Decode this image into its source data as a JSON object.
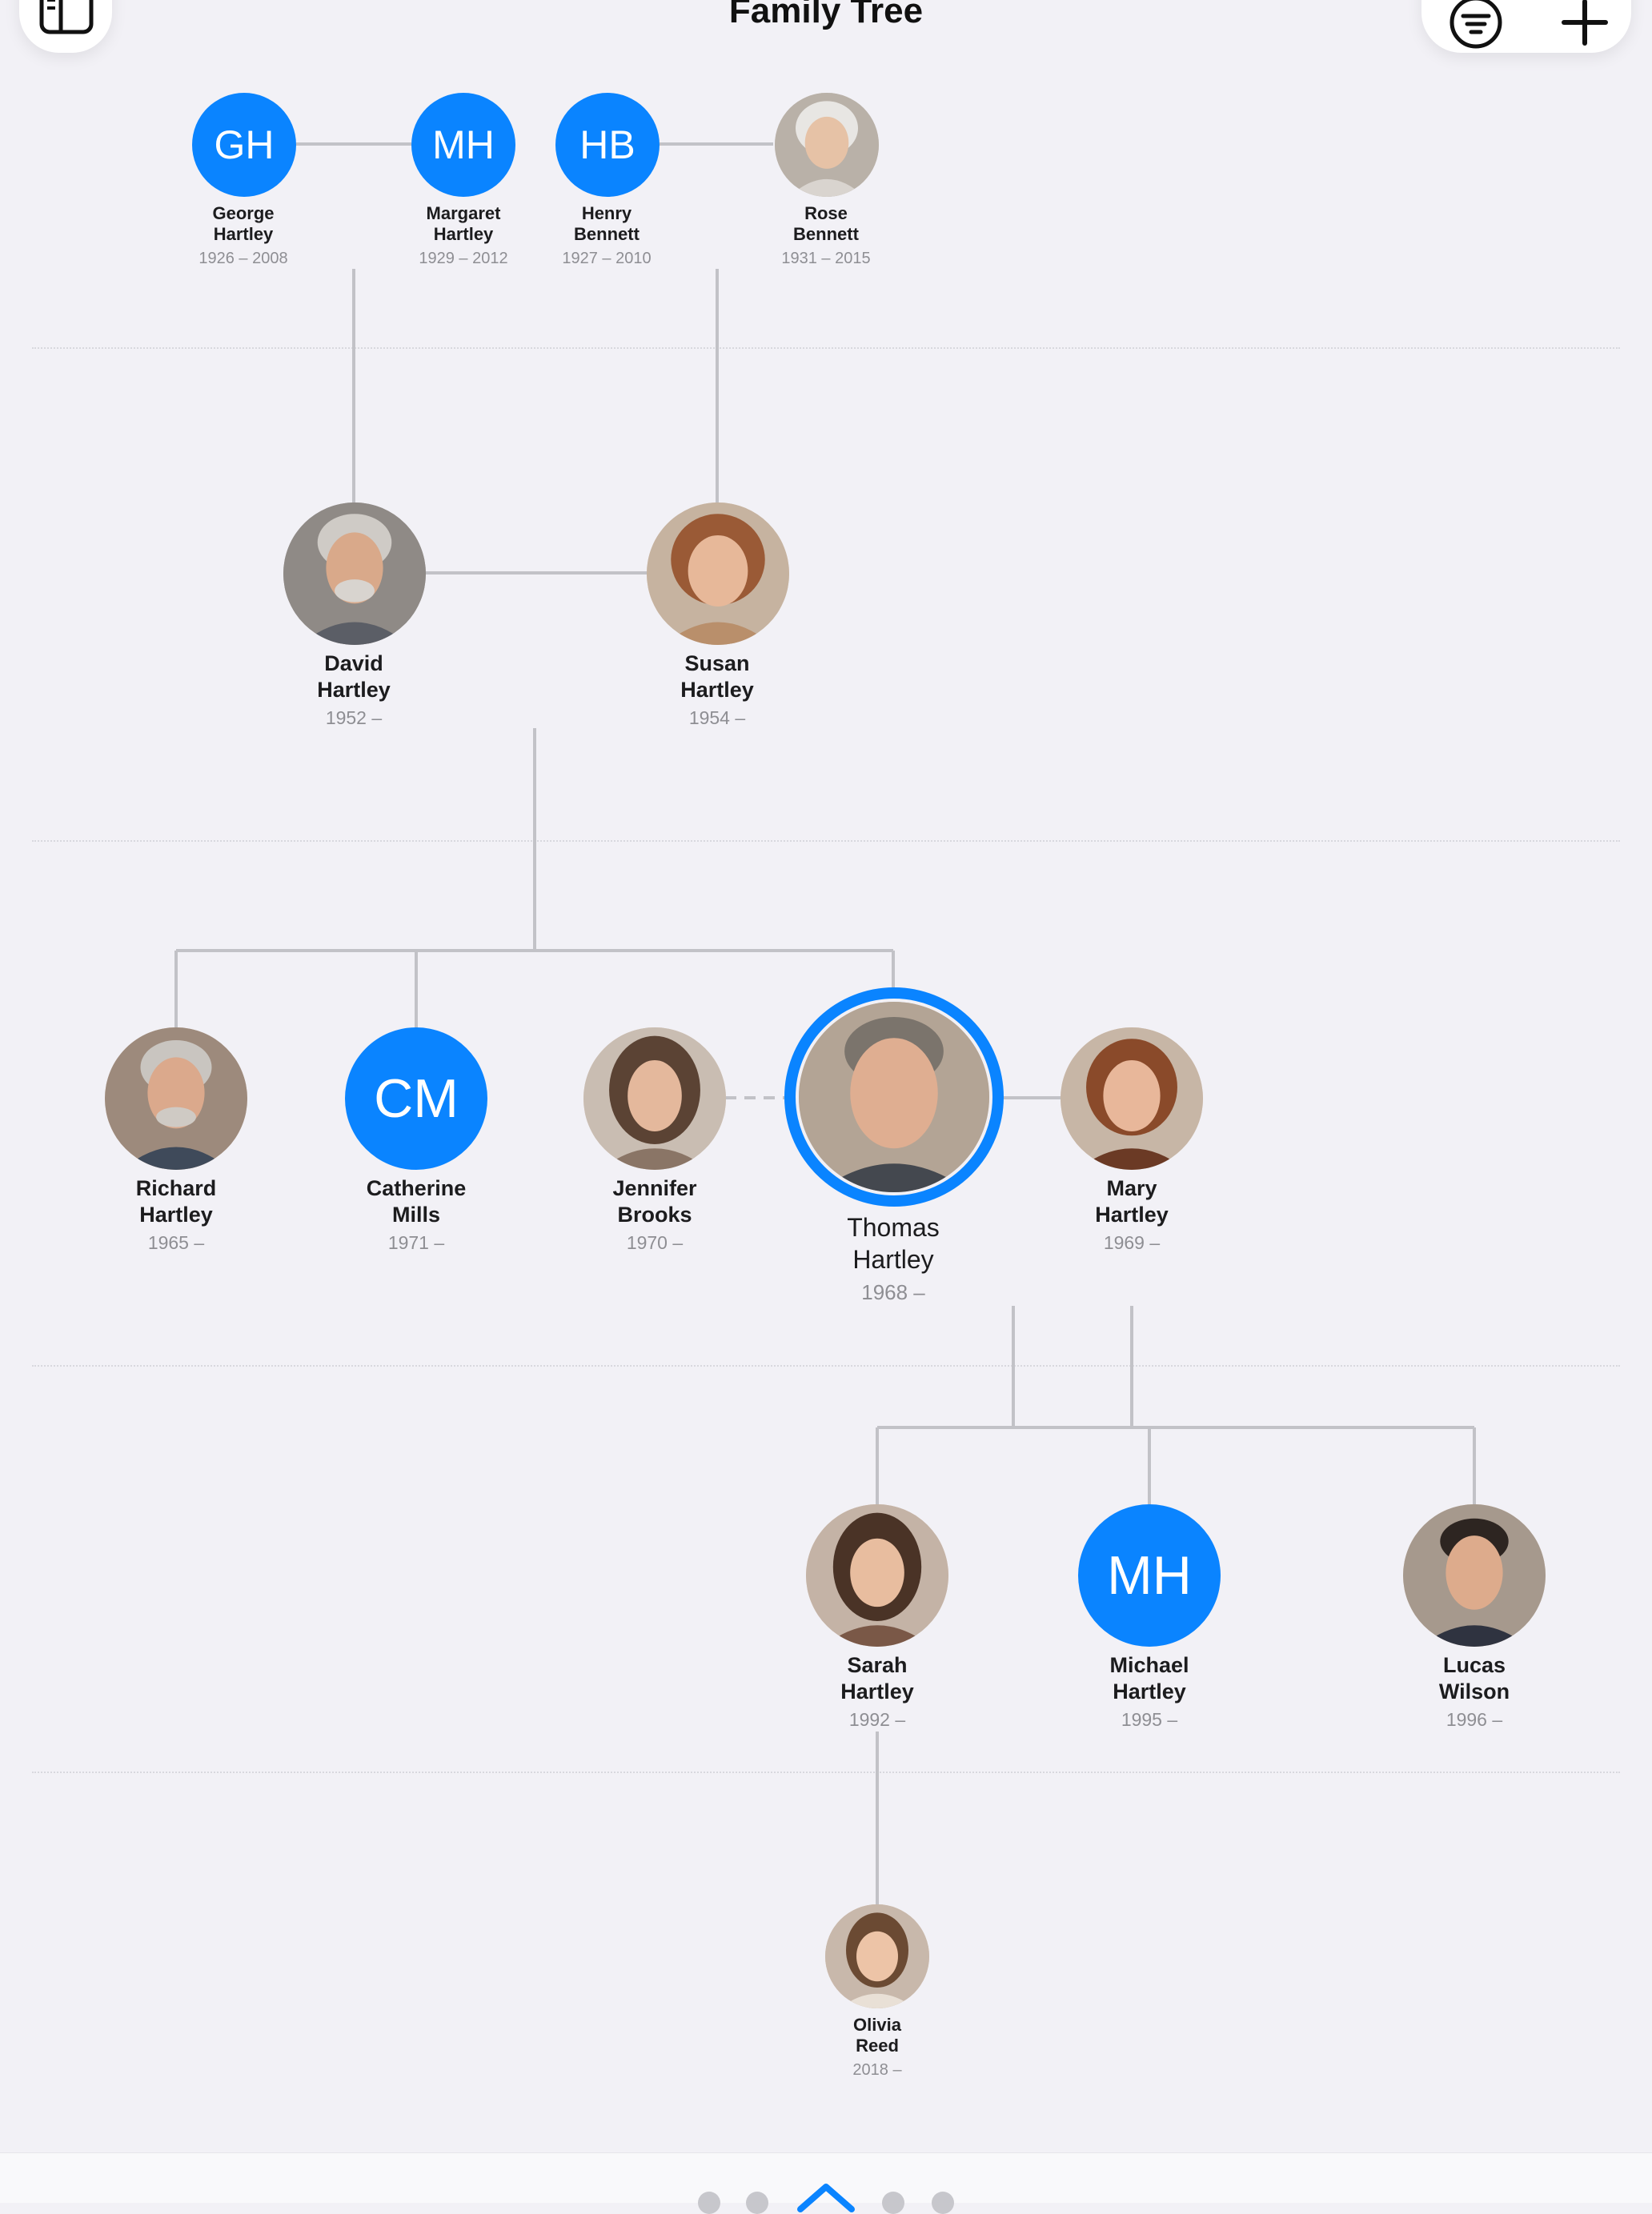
{
  "header": {
    "title": "Family Tree",
    "sidebar_icon": "sidebar-icon",
    "filter_icon": "filter-icon",
    "add_icon": "plus-icon"
  },
  "colors": {
    "accent": "#0a84ff",
    "background": "#f2f1f6",
    "line": "#c2c2c7"
  },
  "generations": [
    {
      "people": [
        {
          "name": "George Hartley",
          "first": "George",
          "last": "Hartley",
          "dates": "1926 – 2008",
          "avatar": "initials",
          "initials": "GH"
        },
        {
          "name": "Margaret Hartley",
          "first": "Margaret",
          "last": "Hartley",
          "dates": "1929 – 2012",
          "avatar": "initials",
          "initials": "MH"
        },
        {
          "name": "Henry Bennett",
          "first": "Henry",
          "last": "Bennett",
          "dates": "1927 – 2010",
          "avatar": "initials",
          "initials": "HB"
        },
        {
          "name": "Rose Bennett",
          "first": "Rose",
          "last": "Bennett",
          "dates": "1931 – 2015",
          "avatar": "photo",
          "initials": ""
        }
      ]
    },
    {
      "people": [
        {
          "name": "David Hartley",
          "first": "David",
          "last": "Hartley",
          "dates": "1952 –",
          "avatar": "photo",
          "initials": ""
        },
        {
          "name": "Susan Hartley",
          "first": "Susan",
          "last": "Hartley",
          "dates": "1954 –",
          "avatar": "photo",
          "initials": ""
        }
      ]
    },
    {
      "people": [
        {
          "name": "Richard Hartley",
          "first": "Richard",
          "last": "Hartley",
          "dates": "1965 –",
          "avatar": "photo",
          "initials": ""
        },
        {
          "name": "Catherine Mills",
          "first": "Catherine",
          "last": "Mills",
          "dates": "1971 –",
          "avatar": "initials",
          "initials": "CM"
        },
        {
          "name": "Jennifer Brooks",
          "first": "Jennifer",
          "last": "Brooks",
          "dates": "1970 –",
          "avatar": "photo",
          "initials": ""
        },
        {
          "name": "Thomas Hartley",
          "first": "Thomas",
          "last": "Hartley",
          "dates": "1968 –",
          "avatar": "photo",
          "initials": "",
          "selected": true
        },
        {
          "name": "Mary Hartley",
          "first": "Mary",
          "last": "Hartley",
          "dates": "1969 –",
          "avatar": "photo",
          "initials": ""
        }
      ]
    },
    {
      "people": [
        {
          "name": "Sarah Hartley",
          "first": "Sarah",
          "last": "Hartley",
          "dates": "1992 –",
          "avatar": "photo",
          "initials": ""
        },
        {
          "name": "Michael Hartley",
          "first": "Michael",
          "last": "Hartley",
          "dates": "1995 –",
          "avatar": "initials",
          "initials": "MH"
        },
        {
          "name": "Lucas Wilson",
          "first": "Lucas",
          "last": "Wilson",
          "dates": "1996 –",
          "avatar": "photo",
          "initials": ""
        }
      ]
    },
    {
      "people": [
        {
          "name": "Olivia Reed",
          "first": "Olivia",
          "last": "Reed",
          "dates": "2018 –",
          "avatar": "photo",
          "initials": ""
        }
      ]
    }
  ],
  "tabbar": {
    "active_icon": "home-icon",
    "page_count": 5,
    "active_index": 2
  }
}
